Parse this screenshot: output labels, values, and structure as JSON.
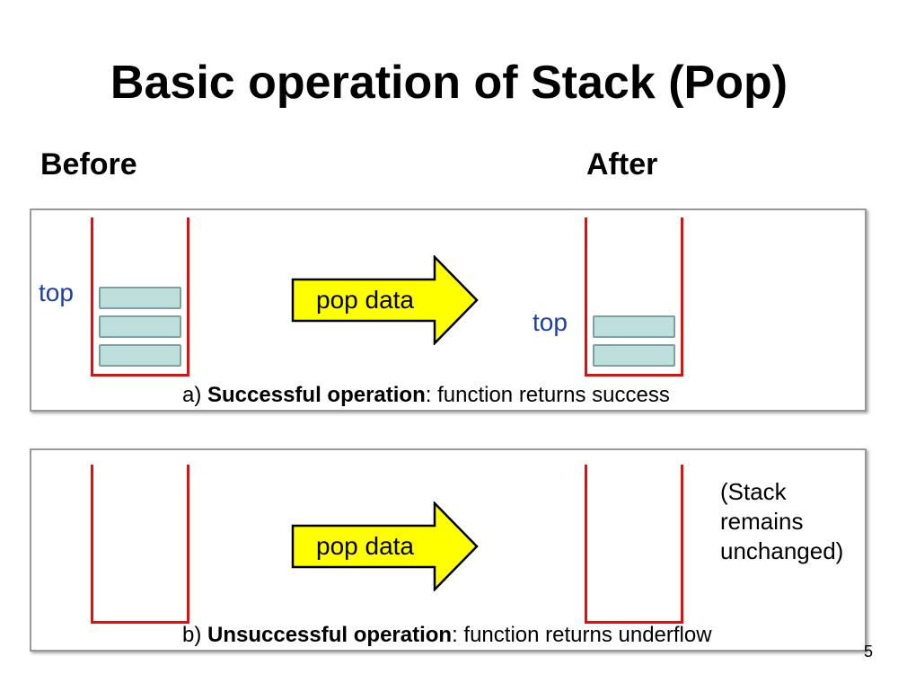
{
  "title": "Basic operation of Stack (Pop)",
  "labels": {
    "before": "Before",
    "after": "After"
  },
  "panel_a": {
    "top_label_before": "top",
    "top_label_after": "top",
    "arrow_text": "pop data",
    "caption_prefix": "a) ",
    "caption_bold": "Successful operation",
    "caption_rest": ": function returns success",
    "items_before": 3,
    "items_after": 2
  },
  "panel_b": {
    "arrow_text": "pop data",
    "note_lines": [
      "(Stack",
      "remains",
      "unchanged)"
    ],
    "caption_prefix": "b) ",
    "caption_bold": "Unsuccessful operation",
    "caption_rest": ": function returns underflow",
    "items_before": 0,
    "items_after": 0
  },
  "page_number": "5",
  "colors": {
    "stack_border": "#e01010",
    "item_fill": "#bde0dd",
    "item_border": "#7f9fa3",
    "top_label": "#1c3fa8",
    "arrow_fill": "#ffff00",
    "arrow_stroke": "#000000",
    "panel_border": "#9a9a9a"
  }
}
